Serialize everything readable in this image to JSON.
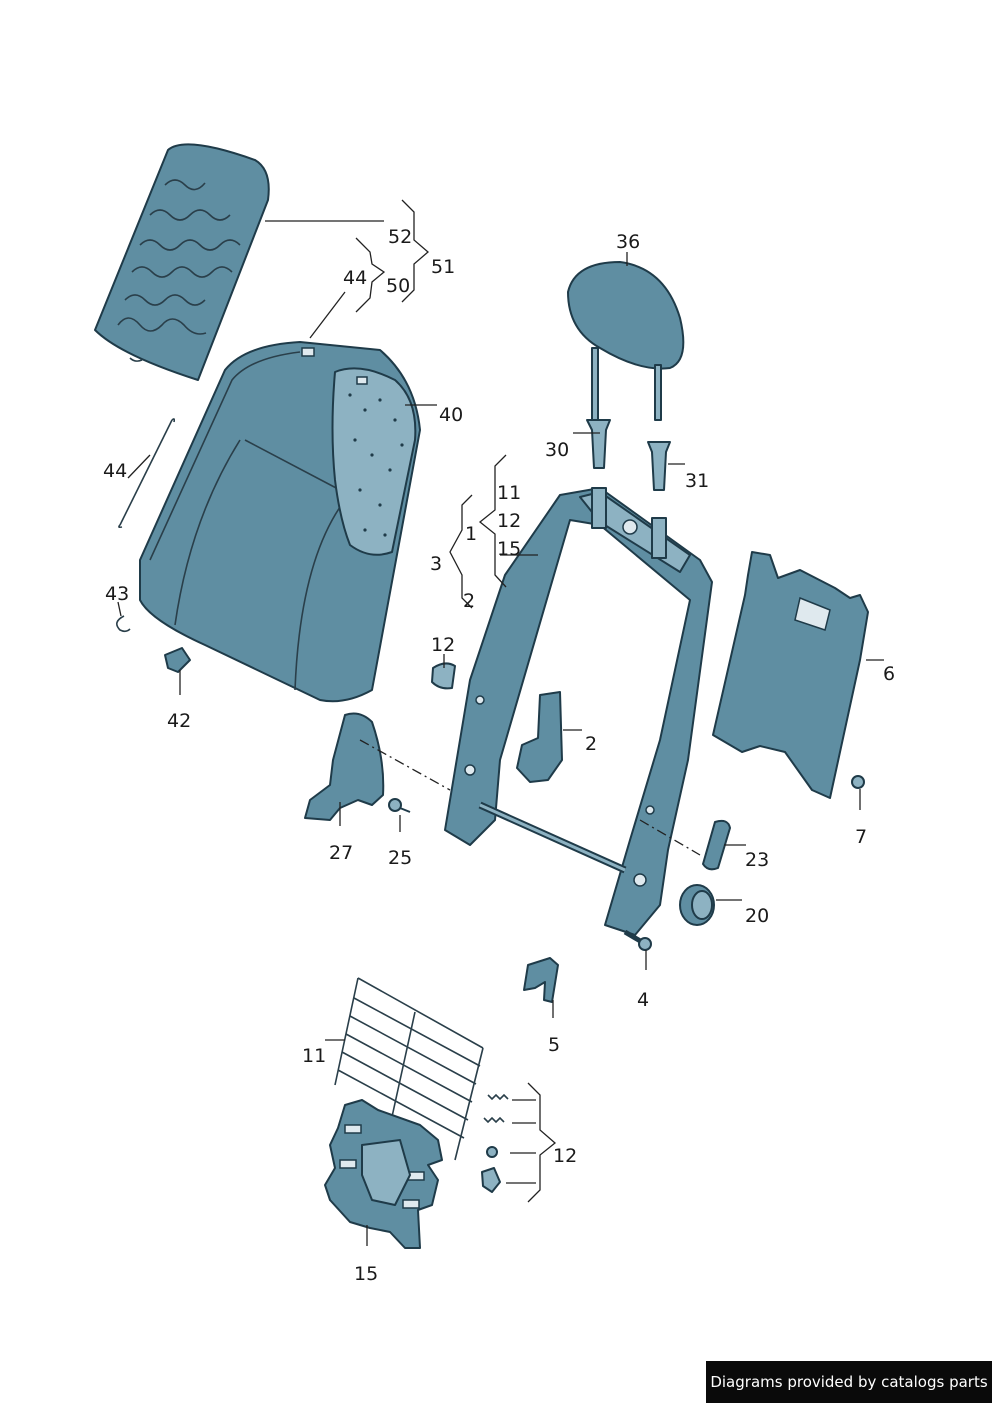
{
  "labels": {
    "l52": "52",
    "l51": "51",
    "l50": "50",
    "l44a": "44",
    "l36": "36",
    "l40": "40",
    "l44b": "44",
    "l30": "30",
    "l31": "31",
    "l11a": "11",
    "l12a": "12",
    "l1": "1",
    "l15a": "15",
    "l3": "3",
    "l2a": "2",
    "l43": "43",
    "l12b": "12",
    "l6": "6",
    "l42": "42",
    "l2b": "2",
    "l7": "7",
    "l27": "27",
    "l25": "25",
    "l23": "23",
    "l20": "20",
    "l4": "4",
    "l5": "5",
    "l11b": "11",
    "l12c": "12",
    "l15b": "15"
  },
  "footer": {
    "text": "Diagrams provided by catalogs parts"
  },
  "colors": {
    "part": "#5f8ea2",
    "outline": "#1f3b49",
    "background": "#ffffff",
    "footer_bg": "#0a0a0a"
  }
}
